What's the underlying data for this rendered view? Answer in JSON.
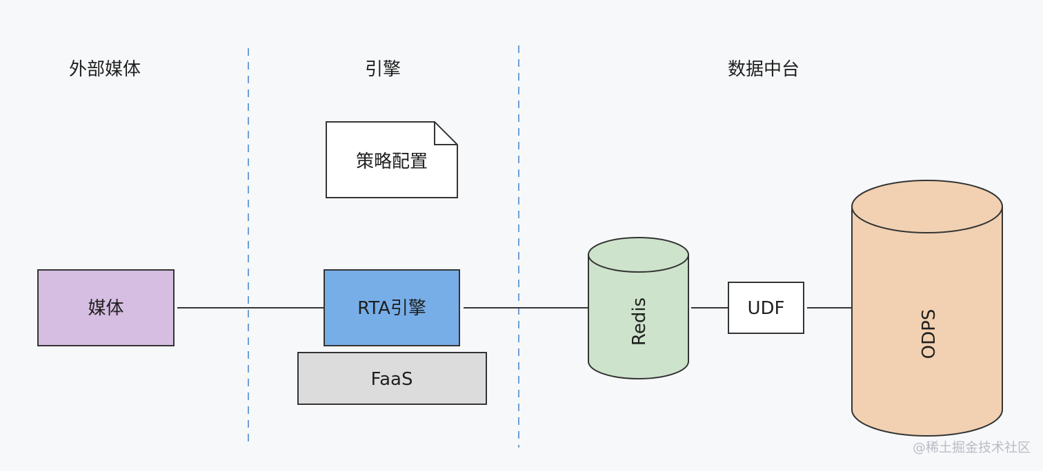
{
  "columns": {
    "external_media": "外部媒体",
    "engine": "引擎",
    "data_platform": "数据中台"
  },
  "nodes": {
    "media": "媒体",
    "strategy_config": "策略配置",
    "rta_engine": "RTA引擎",
    "faas": "FaaS",
    "redis": "Redis",
    "udf": "UDF",
    "odps": "ODPS"
  },
  "colors": {
    "media_fill": "#d6bde2",
    "rta_fill": "#77aee8",
    "faas_fill": "#dcdcdc",
    "redis_fill": "#cde3cb",
    "odps_fill": "#f1d1b2",
    "divider": "#6b9fd8",
    "stroke": "#333333"
  },
  "watermark": "@稀土掘金技术社区"
}
